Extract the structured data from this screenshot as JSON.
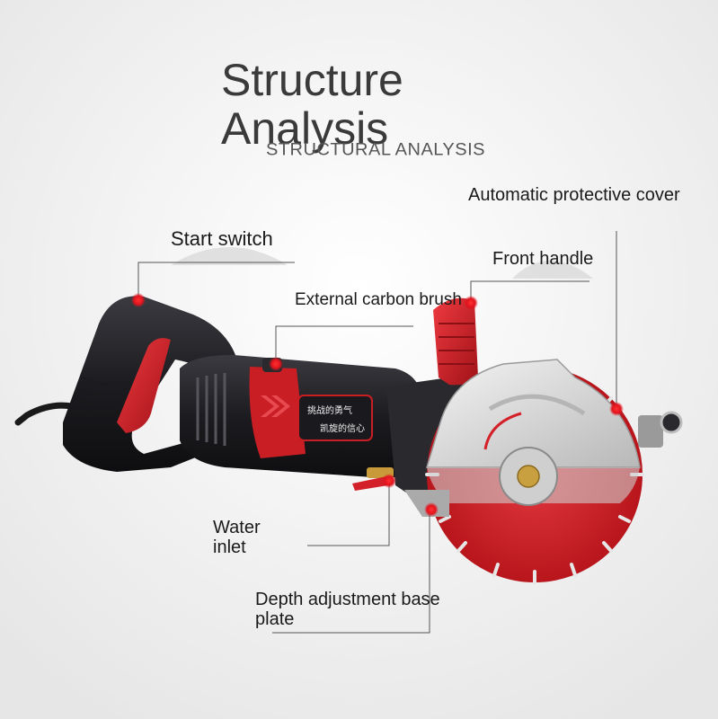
{
  "heading": {
    "title_line1": "Structure",
    "title_line2": "Analysis",
    "subtitle": "STRUCTURAL ANALYSIS"
  },
  "callouts": {
    "protective_cover": "Automatic protective cover",
    "start_switch": "Start switch",
    "front_handle": "Front handle",
    "carbon_brush": "External carbon brush",
    "water_inlet_line1": "Water",
    "water_inlet_line2": "inlet",
    "depth_plate_line1": "Depth adjustment base",
    "depth_plate_line2": "plate"
  },
  "body_text": {
    "line1": "挑战的勇气",
    "line2": "凯旋的信心"
  },
  "colors": {
    "marker": "#e0141e",
    "blade": "#d8262e",
    "body_red": "#c81e24",
    "body_dark": "#1e1e22",
    "guard": "#dcdcdc"
  }
}
